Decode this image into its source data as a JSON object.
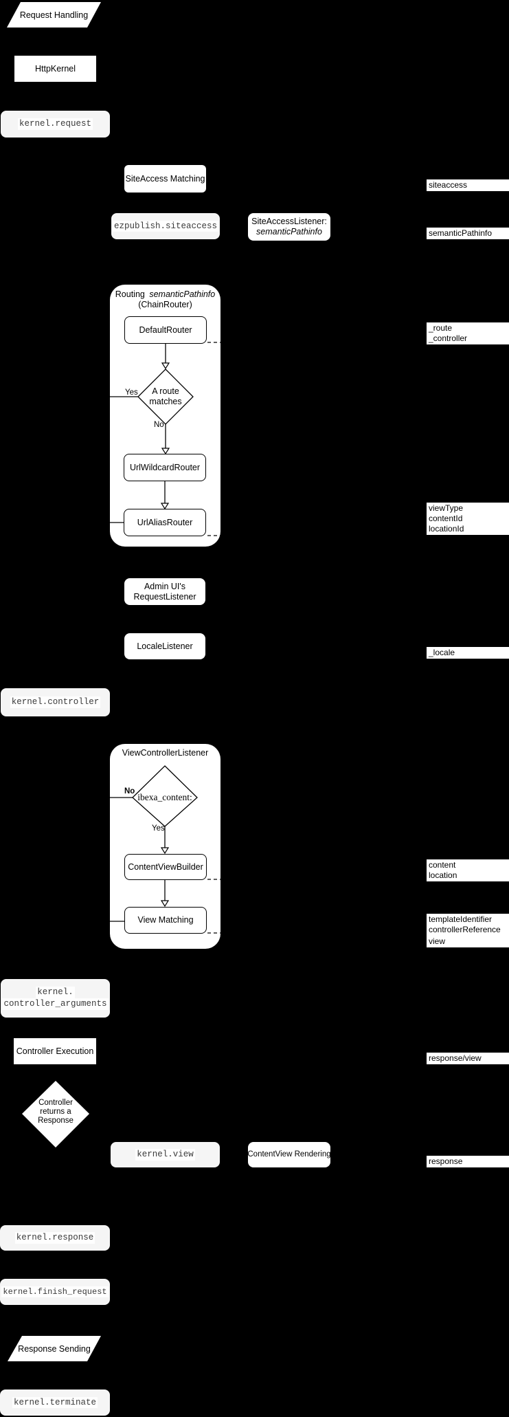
{
  "flow": {
    "request_handling": "Request Handling",
    "http_kernel": "HttpKernel",
    "siteaccess_matching": "SiteAccess Matching",
    "siteaccess_listener": {
      "title": "SiteAccessListener:",
      "param": "semanticPathinfo"
    },
    "admin_request_listener": {
      "line1": "Admin UI's",
      "line2": "RequestListener"
    },
    "locale_listener": "LocaleListener",
    "controller_execution": "Controller Execution",
    "controller_returns_response": {
      "line1": "Controller",
      "line2": "returns a",
      "line3": "Response"
    },
    "content_view_rendering": "ContentView Rendering",
    "response_sending": "Response Sending"
  },
  "events": {
    "kernel_request": "kernel.request",
    "ezpublish_siteaccess": "ezpublish.siteaccess",
    "kernel_controller": "kernel.controller",
    "kernel_controller_arguments": {
      "line1": "kernel.",
      "line2": "controller_arguments"
    },
    "kernel_view": "kernel.view",
    "kernel_response": "kernel.response",
    "kernel_finish_request": "kernel.finish_request",
    "kernel_terminate": "kernel.terminate"
  },
  "routing": {
    "title": "Routing",
    "title_param": "semanticPathinfo",
    "subtitle": "(ChainRouter)",
    "default_router": "DefaultRouter",
    "decision": {
      "line1": "A route",
      "line2": "matches",
      "yes": "Yes",
      "no": "No"
    },
    "url_wildcard_router": "UrlWildcardRouter",
    "url_alias_router": "UrlAliasRouter"
  },
  "view_controller": {
    "title": "ViewControllerListener",
    "decision": {
      "label": "ibexa_content:",
      "no": "No",
      "yes": "Yes"
    },
    "content_view_builder": "ContentViewBuilder",
    "view_matching": "View Matching"
  },
  "annotations": {
    "siteaccess": "siteaccess",
    "semantic_pathinfo": "semanticPathinfo",
    "route": "_route",
    "controller": "_controller",
    "view_type": "viewType",
    "content_id": "contentId",
    "location_id": "locationId",
    "locale": "_locale",
    "content": "content",
    "location": "location",
    "template_identifier": "templateIdentifier",
    "controller_reference": "controllerReference",
    "view": "view",
    "response_view": "response/view",
    "response": "response"
  },
  "colors": {
    "background": "#000000",
    "shape_fill": "#ffffff",
    "event_fill": "#f5f5f5",
    "line": "#000000"
  }
}
